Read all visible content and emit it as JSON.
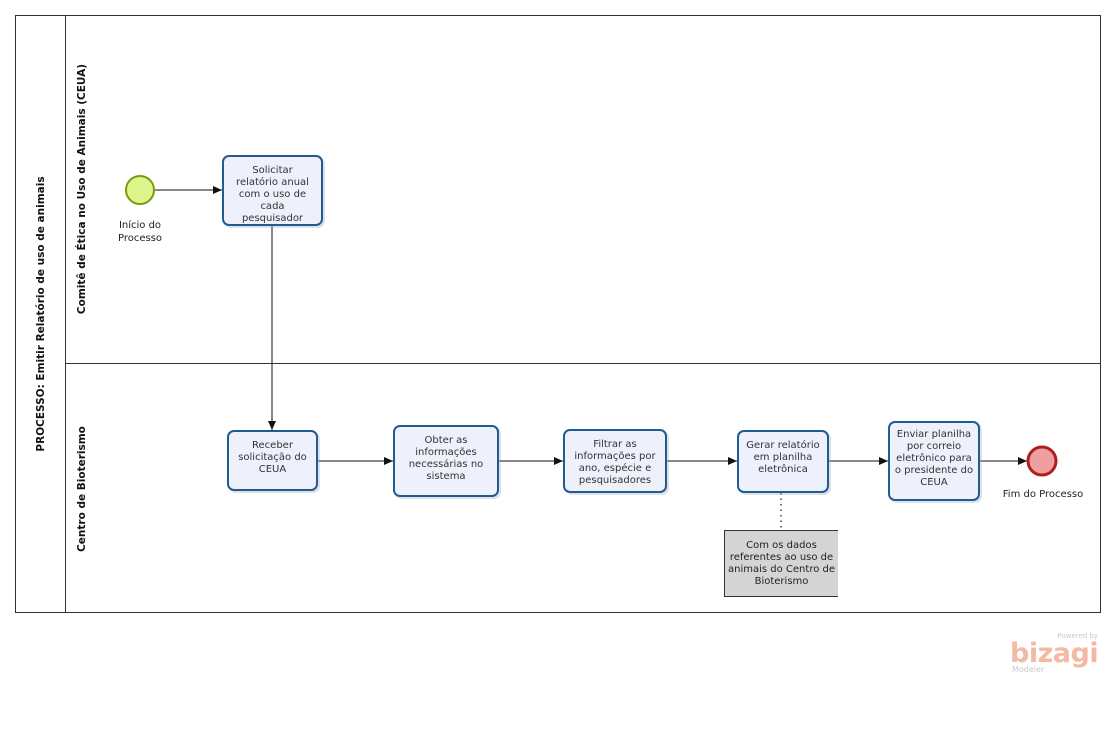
{
  "pool": {
    "title": "PROCESSO: Emitir Relatório de uso de animais"
  },
  "lanes": [
    {
      "title": "Comitê de Ética no Uso de Animais (CEUA)"
    },
    {
      "title": "Centro de Bioterismo"
    }
  ],
  "start_event": {
    "label_line1": "Início do",
    "label_line2": "Processo",
    "color": "#ddf58a"
  },
  "end_event": {
    "label": "Fim do Processo",
    "color": "#eea0a0"
  },
  "tasks": [
    {
      "lines": [
        "Solicitar",
        "relatório anual",
        "com o uso de cada",
        "pesquisador"
      ]
    },
    {
      "lines": [
        "Receber",
        "solicitação do",
        "CEUA"
      ]
    },
    {
      "lines": [
        "Obter as",
        "informações",
        "necessárias no",
        "sistema"
      ]
    },
    {
      "lines": [
        "Filtrar as",
        "informações por",
        "ano, espécie e",
        "pesquisadores"
      ]
    },
    {
      "lines": [
        "Gerar relatório",
        "em planilha",
        "eletrônica"
      ]
    },
    {
      "lines": [
        "Enviar planilha",
        "por correio",
        "eletrônico para",
        "o presidente do",
        "CEUA"
      ]
    }
  ],
  "annotation": {
    "lines": [
      "Com os dados",
      "referentes ao uso de",
      "animais do Centro de",
      "Bioterismo"
    ]
  },
  "watermark": {
    "powered": "Powered by",
    "logo": "bizagi",
    "product": "Modeler"
  },
  "colors": {
    "task_fill": "#eef1fb",
    "task_border": "#1f5c91",
    "annotation_fill": "#d4d4d4"
  }
}
